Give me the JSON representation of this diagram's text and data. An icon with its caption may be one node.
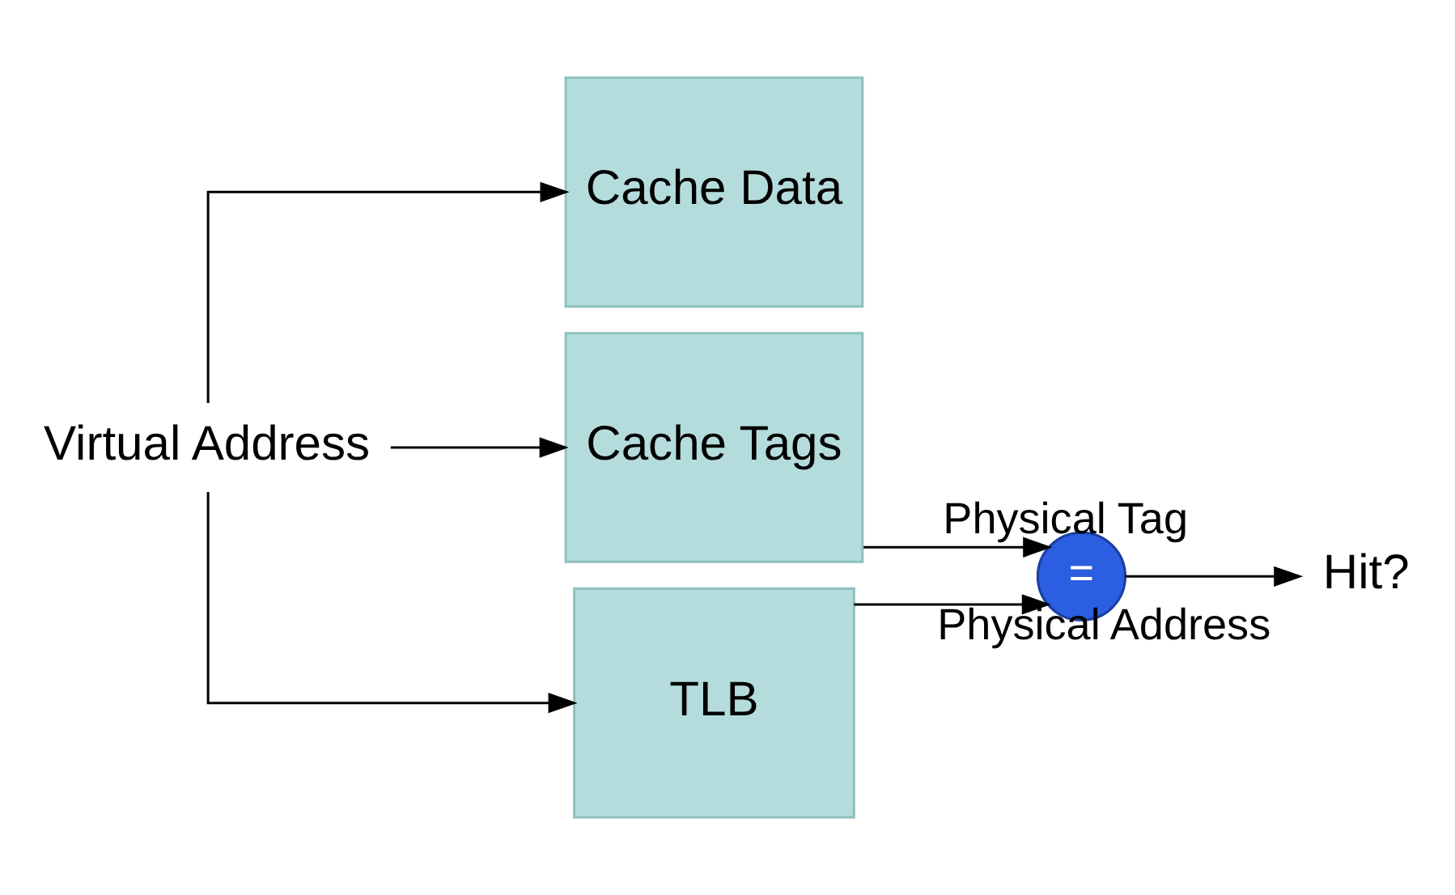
{
  "diagram": {
    "nodes": [
      {
        "text": [
          "Virtual Address"
        ]
      },
      {
        "text": [
          "Cache Data"
        ]
      },
      {
        "text": [
          "Cache Tags"
        ]
      },
      {
        "text": [
          "TLB"
        ]
      },
      {
        "text": [
          "="
        ]
      },
      {
        "text": [
          "Hit?"
        ]
      }
    ],
    "edges": [
      {
        "from": 0,
        "to": 1,
        "arrow": "to"
      },
      {
        "from": 0,
        "to": 2,
        "arrow": "to"
      },
      {
        "from": 0,
        "to": 3,
        "arrow": "to"
      },
      {
        "from": 2,
        "to": 4,
        "label": "Physical Tag",
        "arrow": "to"
      },
      {
        "from": 3,
        "to": 4,
        "label": "Physical Address",
        "arrow": "to"
      },
      {
        "from": 4,
        "to": 5,
        "arrow": "to"
      }
    ]
  }
}
